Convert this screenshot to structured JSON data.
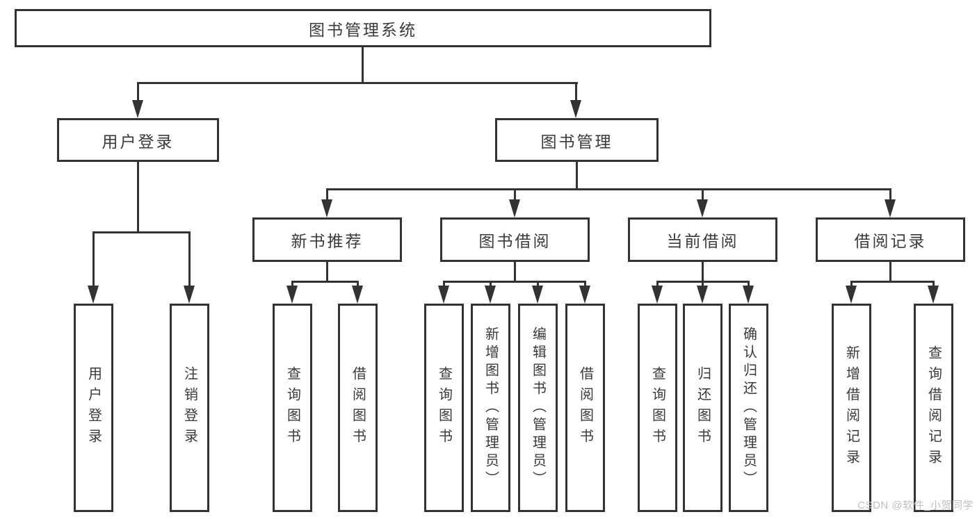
{
  "diagram_type": "hierarchy-flowchart",
  "colors": {
    "line": "#333333",
    "text": "#3a3a3a",
    "background": "#ffffff",
    "watermark": "#c0c0c0"
  },
  "watermark": "CSDN @软件_小贺同学",
  "tree": {
    "label": "图书管理系统",
    "children": [
      {
        "label": "用户登录",
        "children": [
          {
            "label": "用户登录"
          },
          {
            "label": "注销登录"
          }
        ]
      },
      {
        "label": "图书管理",
        "children": [
          {
            "label": "新书推荐",
            "children": [
              {
                "label": "查询图书"
              },
              {
                "label": "借阅图书"
              }
            ]
          },
          {
            "label": "图书借阅",
            "children": [
              {
                "label": "查询图书"
              },
              {
                "label": "新增图书（管理员）"
              },
              {
                "label": "编辑图书（管理员）"
              },
              {
                "label": "借阅图书"
              }
            ]
          },
          {
            "label": "当前借阅",
            "children": [
              {
                "label": "查询图书"
              },
              {
                "label": "归还图书"
              },
              {
                "label": "确认归还（管理员）"
              }
            ]
          },
          {
            "label": "借阅记录",
            "children": [
              {
                "label": "新增借阅记录"
              },
              {
                "label": "查询借阅记录"
              }
            ]
          }
        ]
      }
    ]
  }
}
